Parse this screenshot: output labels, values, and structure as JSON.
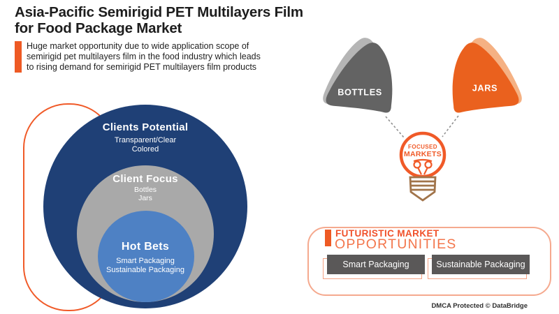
{
  "header": {
    "title_line1": "Asia-Pacific Semirigid PET Multilayers Film",
    "title_line2": "for Food Package Market",
    "description_lines": [
      "Huge market opportunity due to wide application scope of",
      "semirigid pet multilayers film in the food industry which leads",
      "to rising demand for semirigid PET multilayers film products"
    ]
  },
  "venn": {
    "levels": [
      {
        "label": "Clients Potential",
        "items": [
          "Transparent/Clear",
          "Colored"
        ]
      },
      {
        "label": "Client Focus",
        "items": [
          "Bottles",
          "Jars"
        ]
      },
      {
        "label": "Hot Bets",
        "items": [
          "Smart Packaging",
          "Sustainable Packaging"
        ]
      }
    ]
  },
  "focused_markets": {
    "node_left": "BOTTLES",
    "node_right": "JARS",
    "hub_line1": "FOCUSED",
    "hub_line2": "MARKETS"
  },
  "opportunities": {
    "heading_line1": "FUTURISTIC MARKET",
    "heading_line2": "OPPORTUNITIES",
    "buttons": [
      "Smart Packaging",
      "Sustainable Packaging"
    ]
  },
  "footer": {
    "copyright": "DMCA Protected © DataBridge"
  },
  "colors": {
    "accent_orange": "#f05a28",
    "dark_blue": "#1f4076",
    "mid_gray": "#a9a9a9",
    "light_blue": "#4e81c4",
    "shape_gray": "#636363",
    "shape_orange": "#ea611e",
    "button_gray": "#5a5858",
    "bulb_base_brown": "#a1744a"
  }
}
